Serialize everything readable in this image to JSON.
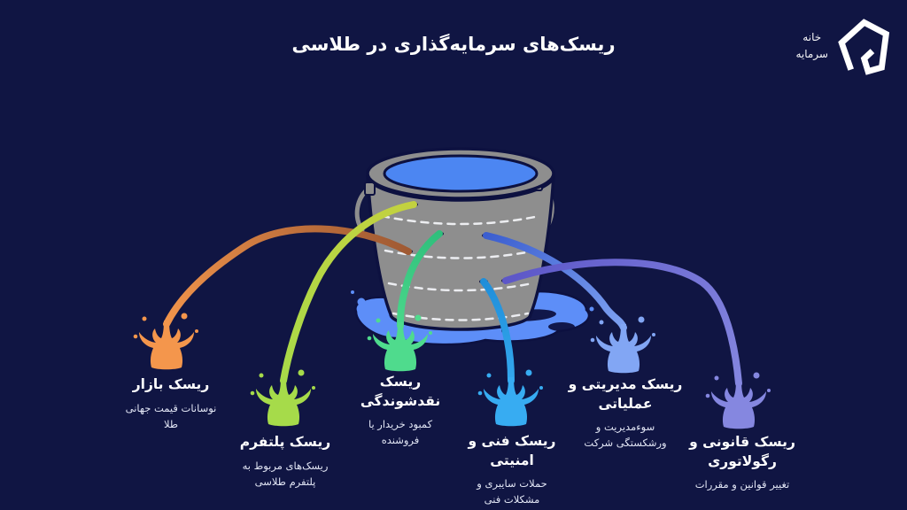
{
  "background_color": "#101543",
  "header": {
    "title": "ریسک‌های سرمایه‌گذاری در طلاسی"
  },
  "logo": {
    "wordmark_line1": "خانه",
    "wordmark_line2": "سرمایه"
  },
  "bucket": {
    "body_color": "#8E8E8E",
    "water_color": "#4C86F2",
    "puddle_color": "#5D8EF8",
    "outline_color": "#0D1140",
    "level_line_color": "#F2F3F7"
  },
  "risks": [
    {
      "id": "market",
      "title": "ریسک بازار",
      "description": "نوسانات قیمت جهانی\nطلا",
      "color": "#F4964C",
      "stream_start": "#A05A33"
    },
    {
      "id": "platform",
      "title": "ریسک پلتفرم",
      "description": "ریسک‌های مربوط به\nپلتفرم طلاسی",
      "color": "#A6DB4A",
      "stream_start": "#C3D13F"
    },
    {
      "id": "liquidity",
      "title": "ریسک\nنقدشوندگی",
      "description": "کمبود خریدار یا\nفروشنده",
      "color": "#4FDB8D",
      "stream_start": "#2FBF7C"
    },
    {
      "id": "technical",
      "title": "ریسک فنی و\nامنیتی",
      "description": "حملات سایبری و\nمشکلات فنی",
      "color": "#37ACF2",
      "stream_start": "#1F8ED9"
    },
    {
      "id": "management",
      "title": "ریسک مدیریتی و\nعملیاتی",
      "description": "سوءمدیریت و\nورشکستگی شرکت",
      "color": "#82A6F4",
      "stream_start": "#3B5ECF"
    },
    {
      "id": "legal",
      "title": "ریسک قانونی و\nرگولاتوری",
      "description": "تغییر قوانین و مقررات",
      "color": "#8587E0",
      "stream_start": "#5D57C8"
    }
  ]
}
